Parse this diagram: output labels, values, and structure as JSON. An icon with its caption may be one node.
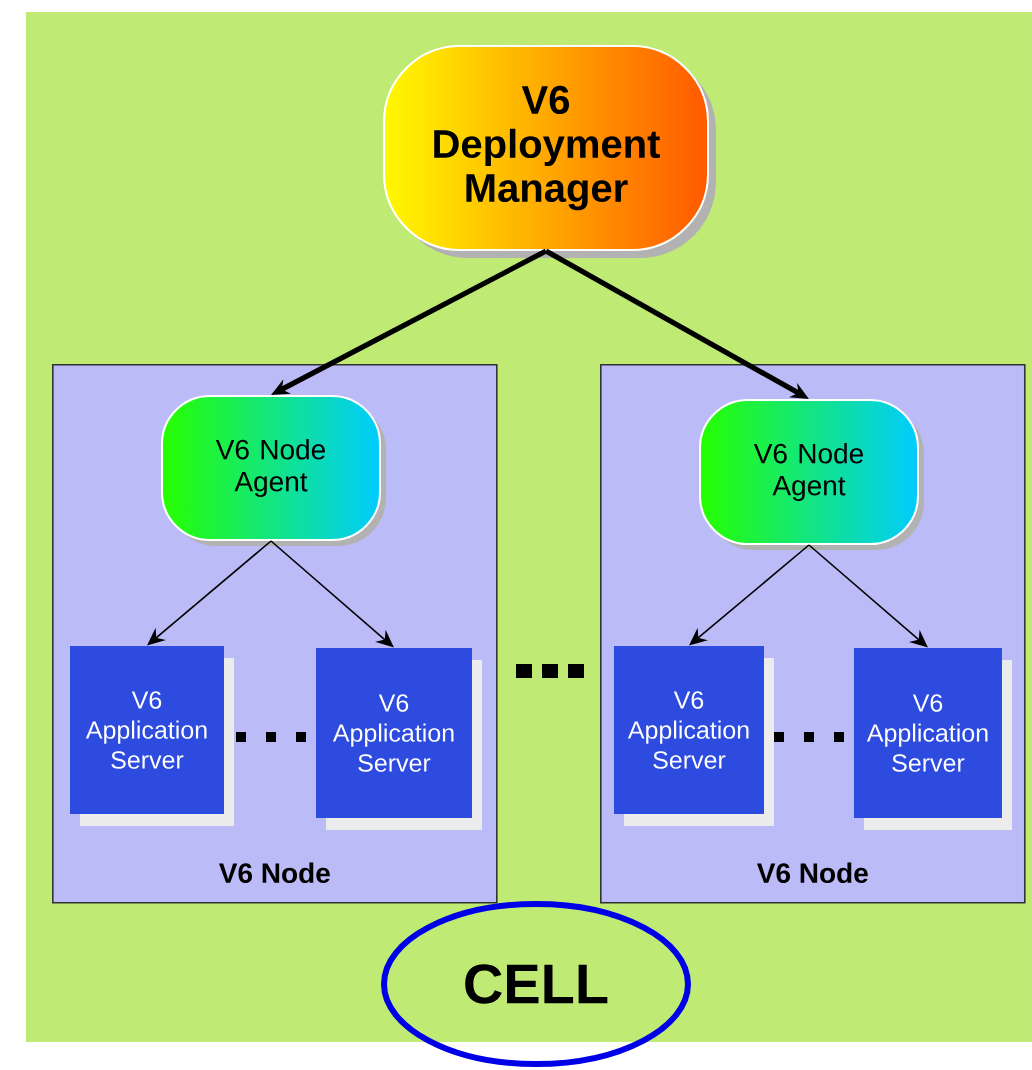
{
  "diagram": {
    "nodes": [
      {
        "text": [
          "V6 Deployment Manager"
        ]
      },
      {
        "text": [
          "V6 Node"
        ]
      },
      {
        "text": [
          "V6 Node Agent"
        ],
        "in": 1
      },
      {
        "text": [
          "V6 Application Server"
        ],
        "in": 1
      },
      {
        "text": [
          "V6 Application Server"
        ],
        "in": 1
      },
      {
        "text": [
          "V6 Node"
        ]
      },
      {
        "text": [
          "V6 Node Agent"
        ],
        "in": 5
      },
      {
        "text": [
          "V6 Application Server"
        ],
        "in": 5
      },
      {
        "text": [
          "V6 Application Server"
        ],
        "in": 5
      },
      {
        "text": [
          "CELL"
        ]
      }
    ],
    "edges": [
      {
        "from": 0,
        "to": 2,
        "arrow": "to",
        "style": "thick"
      },
      {
        "from": 0,
        "to": 6,
        "arrow": "to",
        "style": "thick"
      },
      {
        "from": 2,
        "to": 3,
        "arrow": "to"
      },
      {
        "from": 2,
        "to": 4,
        "arrow": "to"
      },
      {
        "from": 6,
        "to": 7,
        "arrow": "to"
      },
      {
        "from": 6,
        "to": 8,
        "arrow": "to"
      }
    ]
  }
}
